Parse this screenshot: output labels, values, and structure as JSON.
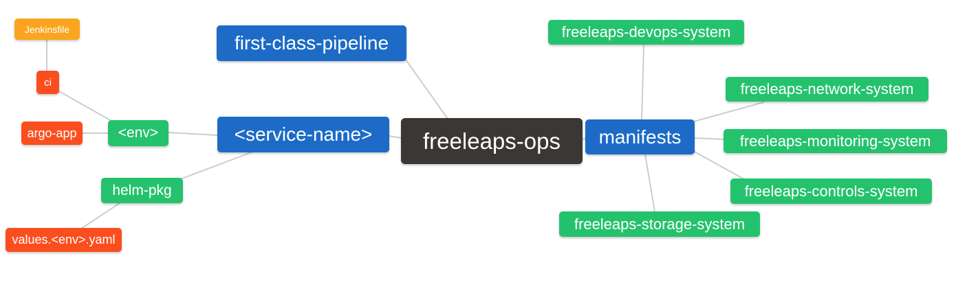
{
  "diagram": {
    "title": "freeleaps-ops mind map",
    "palette": {
      "blue": "#1D6BC6",
      "green": "#25C26D",
      "red_orange": "#FB4E1E",
      "orange": "#FBA41F",
      "dark": "#3A3734",
      "edge": "#CCCCCC",
      "node_text": "#FFFFFF",
      "background": "#FFFFFF"
    },
    "nodes": {
      "jenkinsfile": {
        "label": "Jenkinsfile",
        "color": "#FBA41F"
      },
      "ci": {
        "label": "ci",
        "color": "#FB4E1E"
      },
      "argo_app": {
        "label": "argo-app",
        "color": "#FB4E1E"
      },
      "env": {
        "label": "<env>",
        "color": "#25C26D"
      },
      "helm_pkg": {
        "label": "helm-pkg",
        "color": "#25C26D"
      },
      "values_env_yaml": {
        "label": "values.<env>.yaml",
        "color": "#FB4E1E"
      },
      "first_class_pipeline": {
        "label": "first-class-pipeline",
        "color": "#1D6BC6"
      },
      "service_name": {
        "label": "<service-name>",
        "color": "#1D6BC6"
      },
      "freeleaps_ops": {
        "label": "freeleaps-ops",
        "color": "#3A3734"
      },
      "manifests": {
        "label": "manifests",
        "color": "#1D6BC6"
      },
      "devops_system": {
        "label": "freeleaps-devops-system",
        "color": "#25C26D"
      },
      "network_system": {
        "label": "freeleaps-network-system",
        "color": "#25C26D"
      },
      "monitoring_system": {
        "label": "freeleaps-monitoring-system",
        "color": "#25C26D"
      },
      "controls_system": {
        "label": "freeleaps-controls-system",
        "color": "#25C26D"
      },
      "storage_system": {
        "label": "freeleaps-storage-system",
        "color": "#25C26D"
      }
    },
    "edges": [
      {
        "from": "jenkinsfile",
        "to": "ci"
      },
      {
        "from": "ci",
        "to": "env"
      },
      {
        "from": "argo_app",
        "to": "env"
      },
      {
        "from": "env",
        "to": "service_name"
      },
      {
        "from": "helm_pkg",
        "to": "service_name"
      },
      {
        "from": "values_env_yaml",
        "to": "helm_pkg"
      },
      {
        "from": "first_class_pipeline",
        "to": "freeleaps_ops"
      },
      {
        "from": "service_name",
        "to": "freeleaps_ops"
      },
      {
        "from": "freeleaps_ops",
        "to": "manifests"
      },
      {
        "from": "manifests",
        "to": "devops_system"
      },
      {
        "from": "manifests",
        "to": "network_system"
      },
      {
        "from": "manifests",
        "to": "monitoring_system"
      },
      {
        "from": "manifests",
        "to": "controls_system"
      },
      {
        "from": "manifests",
        "to": "storage_system"
      }
    ]
  }
}
